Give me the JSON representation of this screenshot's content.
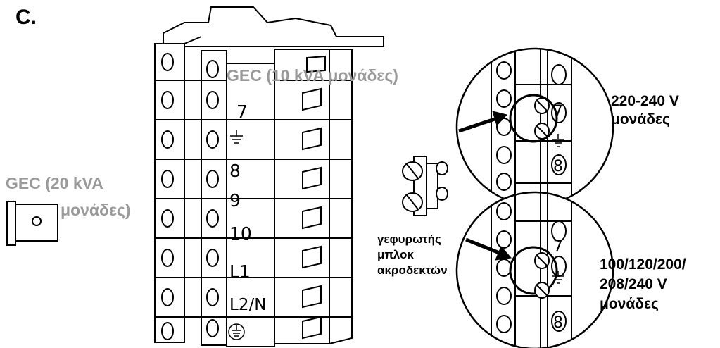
{
  "figure_letter": "C.",
  "gec_10": "GEC (10 kVA μονάδες)",
  "gec_20": {
    "line1": "GEC (20 kVA",
    "line2": "μονάδες)"
  },
  "terminals": [
    "7",
    "8",
    "9",
    "10",
    "L1",
    "L2/N"
  ],
  "jumper_label": [
    "γεφυρωτής",
    "μπλοκ",
    "ακροδεκτών"
  ],
  "zoom_top": {
    "labels": [
      "7",
      "8"
    ],
    "caption": [
      "220-240 V",
      "μονάδες"
    ]
  },
  "zoom_bottom": {
    "labels": [
      "7",
      "8"
    ],
    "caption": [
      "100/120/200/",
      "208/240 V",
      "μονάδες"
    ]
  }
}
